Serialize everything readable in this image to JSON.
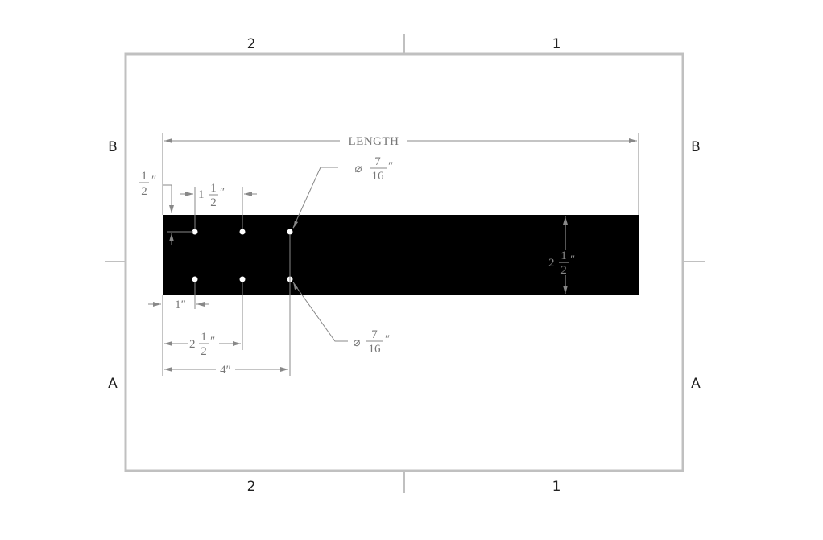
{
  "sheet": {
    "zones_top": [
      "2",
      "1"
    ],
    "zones_bottom": [
      "2",
      "1"
    ],
    "zones_left": [
      "B",
      "A"
    ],
    "zones_right": [
      "B",
      "A"
    ],
    "colors": {
      "frame": "#c0c0c0",
      "part": "#000000",
      "dimension": "#888888",
      "hole": "#ffffff"
    }
  },
  "part": {
    "overall_length_label": "LENGTH",
    "width": {
      "whole": "2",
      "num": "1",
      "den": "2",
      "unit": "″"
    },
    "holes": {
      "count": 6,
      "rows": 2,
      "cols": 3,
      "callout_top": {
        "symbol": "⌀",
        "num": "7",
        "den": "16",
        "unit": "″"
      },
      "callout_bottom": {
        "symbol": "⌀",
        "num": "7",
        "den": "16",
        "unit": "″"
      }
    },
    "dimensions": {
      "edge_offset": {
        "num": "1",
        "den": "2",
        "unit": "″"
      },
      "hole_spacing": {
        "whole": "1",
        "num": "1",
        "den": "2",
        "unit": "″"
      },
      "first_hole": "1″",
      "second_hole": {
        "whole": "2",
        "num": "1",
        "den": "2",
        "unit": "″"
      },
      "third_hole": "4″"
    }
  }
}
